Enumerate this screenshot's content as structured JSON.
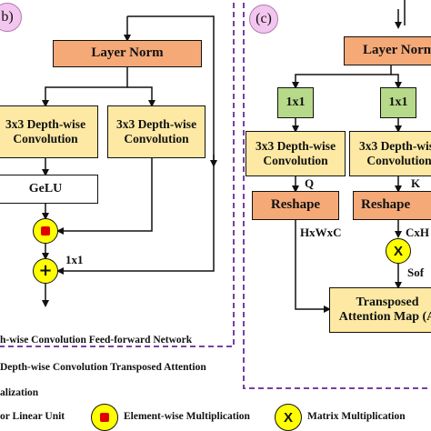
{
  "panels": {
    "b": {
      "tag": "b)"
    },
    "c": {
      "tag": "(c)"
    }
  },
  "panel_b": {
    "layer_norm": "Layer Norm",
    "dwconv_left": [
      "3x3 Depth-wise",
      "Convolution"
    ],
    "dwconv_right": [
      "3x3 Depth-wise",
      "Convolution"
    ],
    "gelu": "GeLU",
    "conv_1x1_label": "1x1"
  },
  "panel_c": {
    "layer_norm": "Layer Norm",
    "conv_q": "1x1",
    "conv_k": "1x1",
    "dwconv_q": [
      "3x3 Depth-wise",
      "Convolution"
    ],
    "dwconv_k": [
      "3x3 Depth-wise",
      "Convolution"
    ],
    "q_label": "Q",
    "k_label": "K",
    "reshape_q": "Reshape",
    "reshape_k": "Reshape",
    "hwc_label": "HxWxC",
    "cx_label": "CxH",
    "matmul_symbol": "X",
    "softmax_label": "Sof",
    "transposed_attention": [
      "Transposed",
      "Attention Map (A"
    ]
  },
  "captions": [
    "h-wise Convolution Feed-forward Network",
    "Depth-wise Convolution Transposed Attention",
    "alization"
  ],
  "legend": {
    "gelu_item": "or Linear Unit",
    "elementwise": "Element-wise Multiplication",
    "matrix_symbol": "X",
    "matrix": "Matrix Multiplication"
  },
  "colors": {
    "norm_fill": "#f5a977",
    "conv_fill": "#fde9a3",
    "pointwise_fill": "#b7d98a",
    "operator_fill": "#ffff00",
    "elementwise_dot": "#e00000",
    "panel_border": "#7a3fa0"
  }
}
